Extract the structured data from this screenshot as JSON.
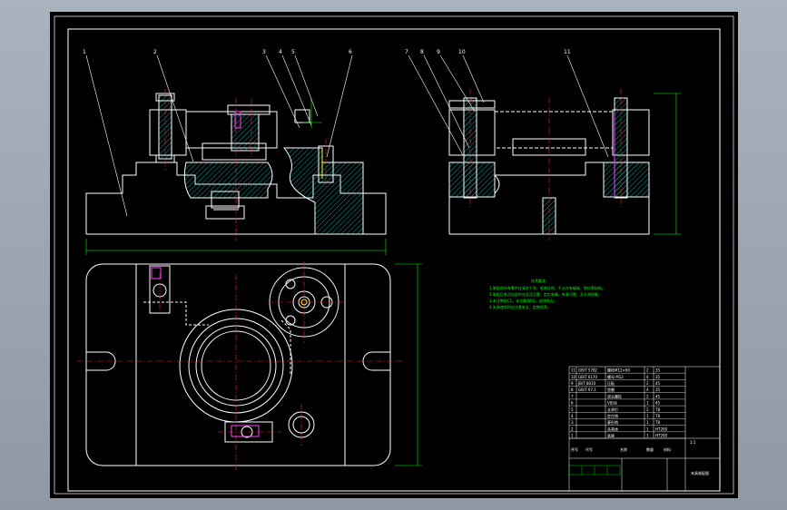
{
  "drawing": {
    "part_numbers": [
      "1",
      "2",
      "3",
      "4",
      "5",
      "6",
      "7",
      "8",
      "9",
      "10",
      "11"
    ],
    "tech_requirements": {
      "title": "技术要求",
      "lines": [
        "1.装配前所有零件应清洗干净，毛刺去除，不允许有磕碰、划伤等缺陷。",
        "2.装配后各活动部件应灵活可靠，定位准确，夹紧可靠，无卡滞现象。",
        "3.未注倒角C1，未注圆角R2，去除锐边。",
        "4.夹具使用时应注意安全，定期保养。"
      ]
    },
    "title_block": {
      "rows": [
        [
          "11",
          "GB/T 5782",
          "螺栓M12×60",
          "2",
          "35"
        ],
        [
          "10",
          "GB/T 6170",
          "螺母 M12",
          "4",
          "35"
        ],
        [
          "9",
          "JB/T 8010",
          "压板",
          "2",
          "45"
        ],
        [
          "8",
          "GB/T 97.1",
          "垫圈",
          "4",
          "35"
        ],
        [
          "7",
          "",
          "双头螺柱",
          "2",
          "45"
        ],
        [
          "6",
          "",
          "V形块",
          "1",
          "45"
        ],
        [
          "5",
          "",
          "支承钉",
          "2",
          "T8"
        ],
        [
          "4",
          "",
          "定位销",
          "1",
          "T8"
        ],
        [
          "3",
          "",
          "菱形销",
          "1",
          "T8"
        ],
        [
          "2",
          "",
          "夹具体",
          "1",
          "HT200"
        ],
        [
          "1",
          "",
          "底座",
          "1",
          "HT200"
        ]
      ],
      "header": [
        "序号",
        "代号",
        "名称",
        "数量",
        "材料"
      ],
      "scale": "1:1",
      "drawing_name": "夹具装配图"
    },
    "colors": {
      "background": "#000000",
      "lines": "#ffffff",
      "centerline": "#ff2020",
      "hatch": "#00c8c8",
      "dimension": "#00ff00",
      "leader": "#ffffff",
      "accent_magenta": "#ff40ff",
      "accent_yellow": "#ffff00"
    }
  }
}
